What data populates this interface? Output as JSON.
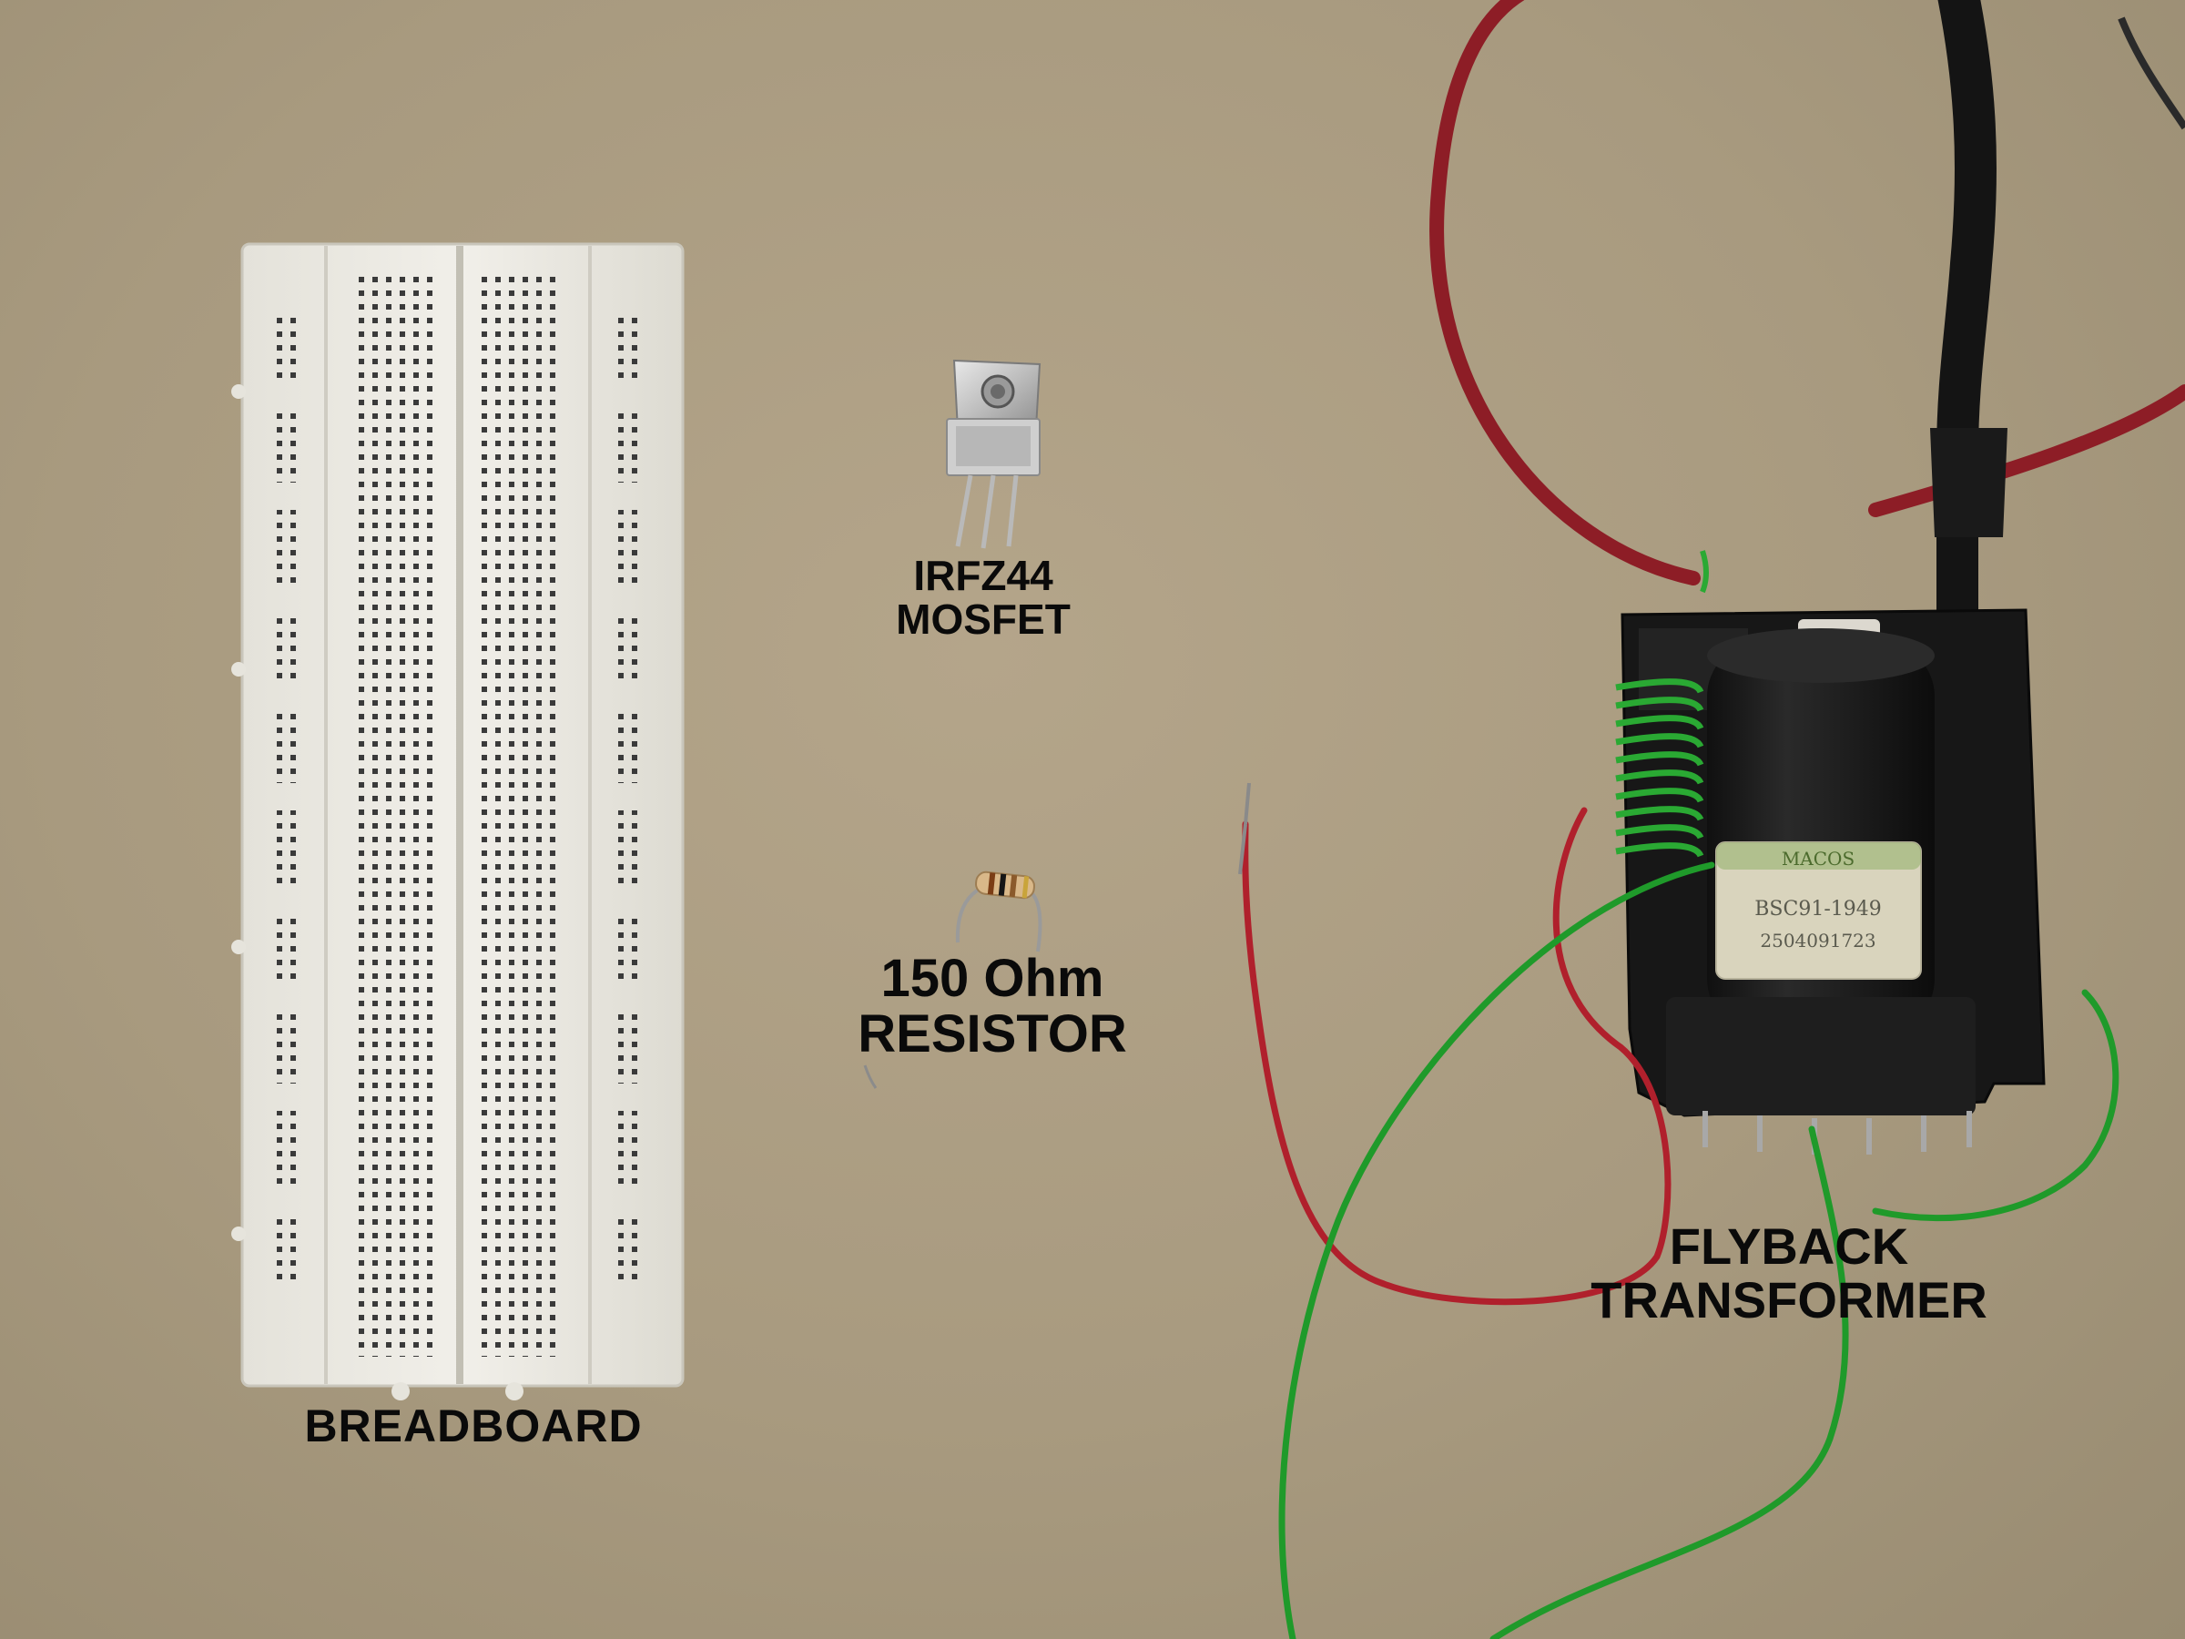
{
  "labels": {
    "breadboard": "BREADBOARD",
    "mosfet_line1": "IRFZ44",
    "mosfet_line2": "MOSFET",
    "resistor_line1": "150 Ohm",
    "resistor_line2": "RESISTOR",
    "flyback_line1": "FLYBACK",
    "flyback_line2": "TRANSFORMER"
  },
  "flyback_sticker": {
    "line1": "MACOS",
    "line2": "BSC91-1949",
    "line3": "2504091723"
  },
  "colors": {
    "cardboard": "#a89a7f",
    "breadboard": "#eceae3",
    "wire_red": "#b0202c",
    "wire_green": "#1f9a2a",
    "transformer": "#1b1b1b"
  }
}
